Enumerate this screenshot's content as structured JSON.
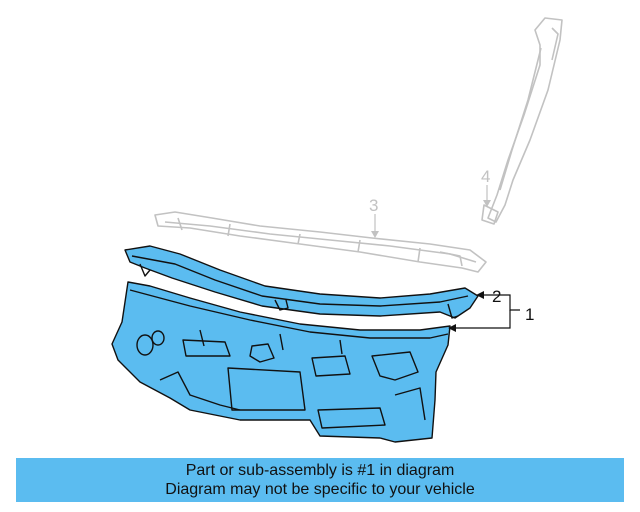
{
  "diagram": {
    "callouts": [
      {
        "id": "1",
        "label": "1",
        "active": true
      },
      {
        "id": "2",
        "label": "2",
        "active": true
      },
      {
        "id": "3",
        "label": "3",
        "active": false
      },
      {
        "id": "4",
        "label": "4",
        "active": false
      }
    ],
    "colors": {
      "highlight": "#5bbcf0",
      "outline": "#111111",
      "ghost_outline": "#c2c2c2",
      "background": "#ffffff"
    }
  },
  "banner": {
    "line1": "Part or sub-assembly is #1 in diagram",
    "line2": "Diagram may not be specific to your vehicle"
  }
}
